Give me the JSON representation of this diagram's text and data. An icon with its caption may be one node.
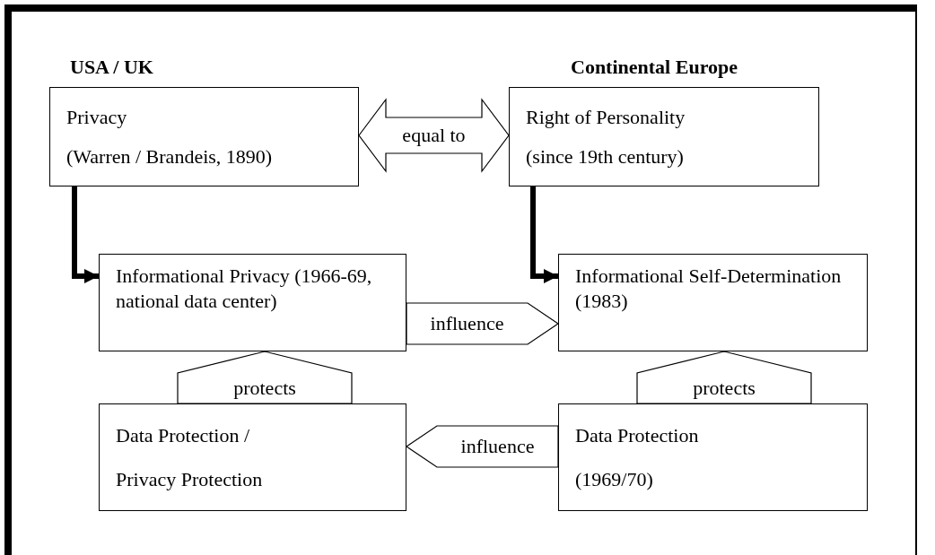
{
  "diagram": {
    "nodes": [
      {
        "text": [
          "Privacy",
          "(Warren / Brandeis, 1890)"
        ]
      },
      {
        "text": [
          "Right of Personality",
          "(since 19th century)"
        ]
      },
      {
        "text": [
          "Informational Privacy (1966-69, national data center)"
        ]
      },
      {
        "text": [
          "Informational Self-Determination (1983)"
        ]
      },
      {
        "text": [
          "Data Protection /",
          "Privacy Protection"
        ]
      },
      {
        "text": [
          "Data Protection",
          "(1969/70)"
        ]
      }
    ],
    "edges": [
      {
        "from": 0,
        "to": 1,
        "arrow": "both",
        "label": "equal to"
      },
      {
        "from": 0,
        "to": 2,
        "arrow": "to"
      },
      {
        "from": 1,
        "to": 3,
        "arrow": "to"
      },
      {
        "from": 2,
        "to": 3,
        "arrow": "to",
        "label": "influence"
      },
      {
        "from": 4,
        "to": 2,
        "arrow": "to",
        "label": "protects"
      },
      {
        "from": 5,
        "to": 3,
        "arrow": "to",
        "label": "protects"
      },
      {
        "from": 5,
        "to": 4,
        "arrow": "to",
        "label": "influence"
      }
    ],
    "labels": [
      "USA / UK",
      "Continental Europe"
    ]
  }
}
